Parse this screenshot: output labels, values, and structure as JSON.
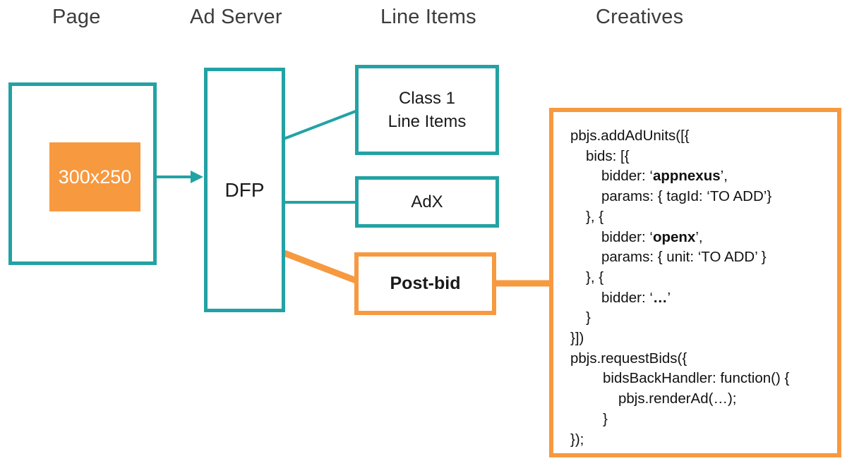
{
  "headers": [
    {
      "label": "Page"
    },
    {
      "label": "Ad Server"
    },
    {
      "label": "Line Items"
    },
    {
      "label": "Creatives"
    }
  ],
  "page": {
    "ad_slot_label": "300x250"
  },
  "ad_server": {
    "label": "DFP"
  },
  "line_items": {
    "class1_line1": "Class 1",
    "class1_line2": "Line Items",
    "adx_label": "AdX",
    "postbid_label": "Post-bid"
  },
  "creatives_code": {
    "lines": [
      {
        "indent": 0,
        "segments": [
          {
            "text": "pbjs.addAdUnits([{",
            "bold": false
          }
        ]
      },
      {
        "indent": 22,
        "segments": [
          {
            "text": "bids: [{",
            "bold": false
          }
        ]
      },
      {
        "indent": 44,
        "segments": [
          {
            "text": "bidder: ‘",
            "bold": false
          },
          {
            "text": "appnexus",
            "bold": true
          },
          {
            "text": "’,",
            "bold": false
          }
        ]
      },
      {
        "indent": 44,
        "segments": [
          {
            "text": "params: { tagId: ‘TO ADD’}",
            "bold": false
          }
        ]
      },
      {
        "indent": 22,
        "segments": [
          {
            "text": "}, {",
            "bold": false
          }
        ]
      },
      {
        "indent": 44,
        "segments": [
          {
            "text": "bidder: ‘",
            "bold": false
          },
          {
            "text": "openx",
            "bold": true
          },
          {
            "text": "’,",
            "bold": false
          }
        ]
      },
      {
        "indent": 44,
        "segments": [
          {
            "text": "params: { unit: ‘TO ADD’ }",
            "bold": false
          }
        ]
      },
      {
        "indent": 22,
        "segments": [
          {
            "text": "}, {",
            "bold": false
          }
        ]
      },
      {
        "indent": 44,
        "segments": [
          {
            "text": "bidder: ‘",
            "bold": false
          },
          {
            "text": "…",
            "bold": true
          },
          {
            "text": "’",
            "bold": false
          }
        ]
      },
      {
        "indent": 22,
        "segments": [
          {
            "text": "}",
            "bold": false
          }
        ]
      },
      {
        "indent": 0,
        "segments": [
          {
            "text": "}])",
            "bold": false
          }
        ]
      },
      {
        "indent": 0,
        "segments": [
          {
            "text": "pbjs.requestBids({",
            "bold": false
          }
        ]
      },
      {
        "indent": 46,
        "segments": [
          {
            "text": "bidsBackHandler: function() {",
            "bold": false
          }
        ]
      },
      {
        "indent": 68,
        "segments": [
          {
            "text": "pbjs.renderAd(…);",
            "bold": false
          }
        ]
      },
      {
        "indent": 46,
        "segments": [
          {
            "text": "}",
            "bold": false
          }
        ]
      },
      {
        "indent": 0,
        "segments": [
          {
            "text": "});",
            "bold": false
          }
        ]
      }
    ]
  },
  "colors": {
    "teal": "#23A2A4",
    "orange": "#F7993F",
    "header_text": "#3C3C3C",
    "code_text": "#111111",
    "ad_slot_text": "#FFFFFF"
  }
}
